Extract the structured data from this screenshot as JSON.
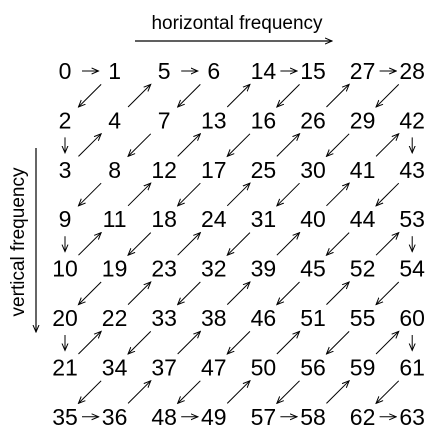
{
  "axes": {
    "horizontal_label": "horizontal frequency",
    "vertical_label": "vertical frequency"
  },
  "grid": {
    "rows": 8,
    "cols": 8,
    "values": [
      [
        0,
        1,
        5,
        6,
        14,
        15,
        27,
        28
      ],
      [
        2,
        4,
        7,
        13,
        16,
        26,
        29,
        42
      ],
      [
        3,
        8,
        12,
        17,
        25,
        30,
        41,
        43
      ],
      [
        9,
        11,
        18,
        24,
        31,
        40,
        44,
        53
      ],
      [
        10,
        19,
        23,
        32,
        39,
        45,
        52,
        54
      ],
      [
        20,
        22,
        33,
        38,
        46,
        51,
        55,
        60
      ],
      [
        21,
        34,
        37,
        47,
        50,
        56,
        59,
        61
      ],
      [
        35,
        36,
        48,
        49,
        57,
        58,
        62,
        63
      ]
    ]
  },
  "colors": {
    "ink": "#000000",
    "background": "#ffffff"
  }
}
